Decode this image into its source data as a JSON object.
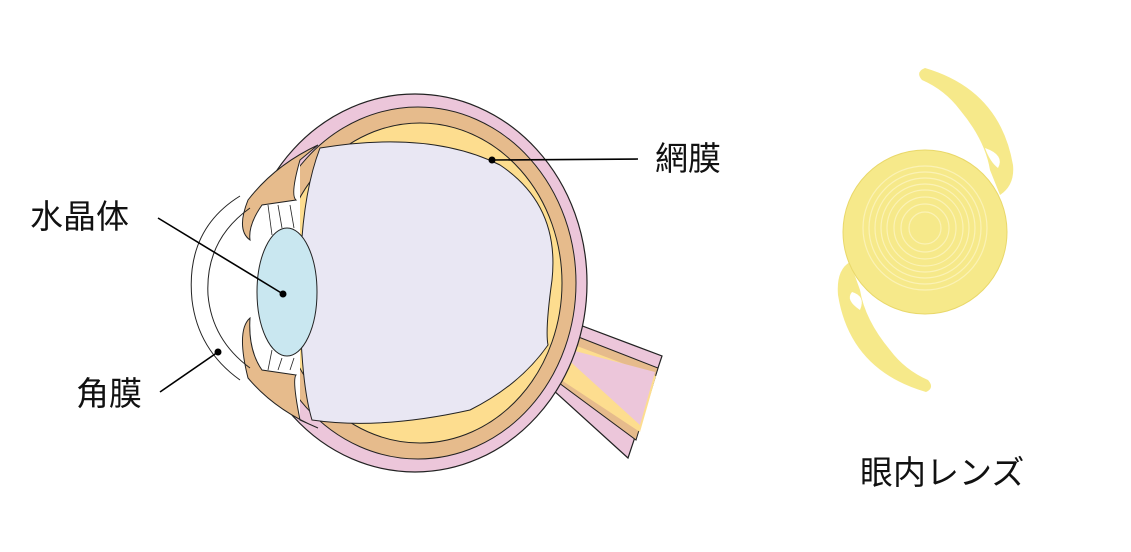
{
  "labels": {
    "lens": "水晶体",
    "cornea": "角膜",
    "retina": "網膜",
    "iol": "眼内レンズ"
  },
  "colors": {
    "sclera": "#ecc6da",
    "choroid": "#e6bb8c",
    "retina": "#fddd8f",
    "vitreous": "#e9e7f3",
    "lens": "#c9e7f0",
    "iol": "#f6e98a"
  }
}
